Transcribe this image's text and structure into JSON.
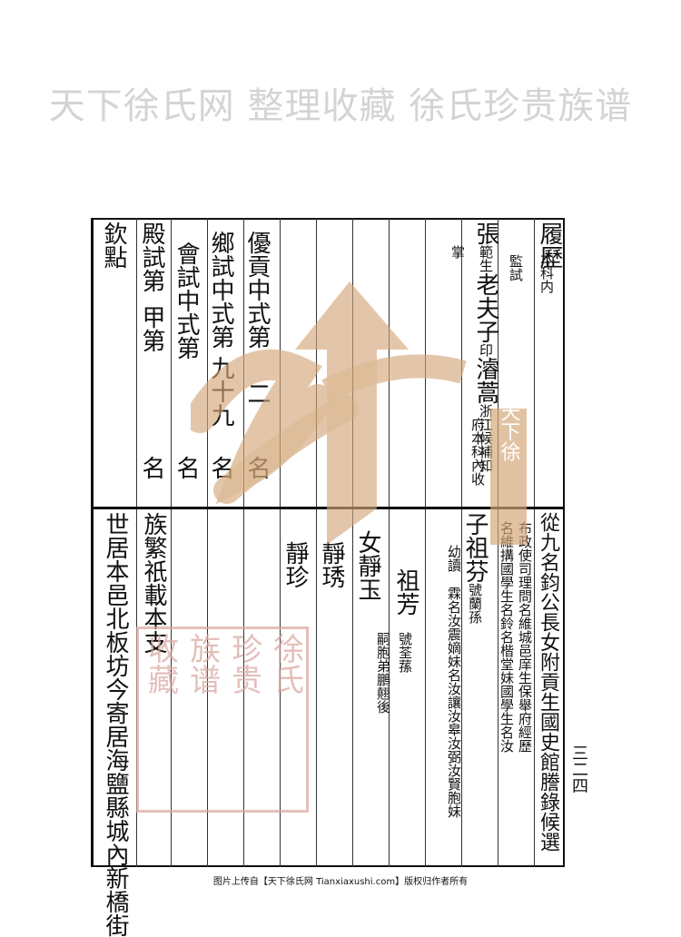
{
  "watermark_top": "天下徐氏网 整理收藏 徐氏珍贵族谱",
  "watermark_logo": "天下徐",
  "seal_text": [
    "徐氏",
    "珍贵",
    "族谱",
    "收藏"
  ],
  "footer": "图片上传自【天下徐氏网 Tianxiaxushi.com】版权归作者所有",
  "page_number": "三二四",
  "upper": {
    "c1_a": "履",
    "c1_b": "歷",
    "c2": "本科内",
    "c3": "監試",
    "c4_a": "張",
    "c4_b": "老夫子",
    "c4_sub": "範生",
    "c4_tail_a": "印",
    "c4_tail_b": "濬蒿",
    "c4_tail_c": "浙江候補知",
    "c5": "掌",
    "c5_b": "府本科內收",
    "c6": "優貢中式第",
    "c6_n": "二",
    "c6_m": "名",
    "c7": "鄉試中式第",
    "c7_n": "九十九",
    "c7_m": "名",
    "c8": "會試中式第",
    "c8_m": "名",
    "c9": "殿試第",
    "c9_b": "甲第",
    "c9_m": "名",
    "c10": "欽點"
  },
  "lower": {
    "l1_a": "從九",
    "l1_b": "名鈞公長女附貢生國史館謄錄候選",
    "l2": "布政使司理問名維城邑庠生保舉府經歷",
    "l3_a": "名維",
    "l3_b": "搆國學生名鈴名楷堂妹國學生名汝",
    "l4_a": "子",
    "l4_b": "祖芬",
    "l4_c": "號蘭孫",
    "l4_d": "霖名汝震嫡妹名汝讓汝皋汝弼汝賢胞妹",
    "l5_a": "幼讀",
    "l6_a": "祖芳",
    "l6_b": "號荃蓀",
    "l6_c": "嗣胞弟鵬翹後",
    "l7_a": "女",
    "l7_b": "靜玉",
    "l8": "靜琇",
    "l9": "靜珍",
    "l10": "族繁祇載本支",
    "l11": "世居本邑北板坊今寄居海鹽縣城內新橋街"
  }
}
